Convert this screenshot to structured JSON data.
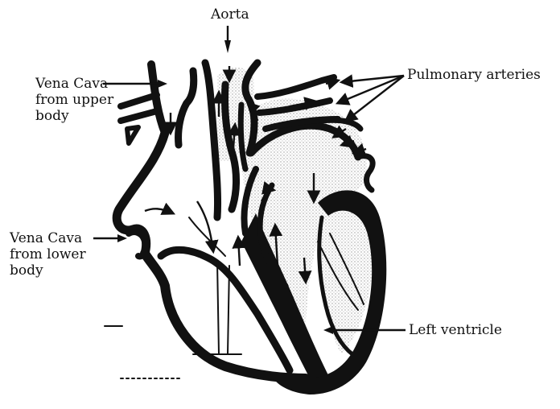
{
  "labels": {
    "aorta": "Aorta",
    "pulmonary_arteries": "Pulmonary arteries",
    "vena_cava_upper": [
      "Vena Cava",
      "from upper",
      "body"
    ],
    "vena_cava_lower": [
      "Vena Cava",
      "from lower",
      "body"
    ],
    "left_ventricle": "Left ventricle"
  },
  "colors": {
    "ink": "#111111",
    "shading": "#cfcfcf",
    "background": "#ffffff"
  }
}
